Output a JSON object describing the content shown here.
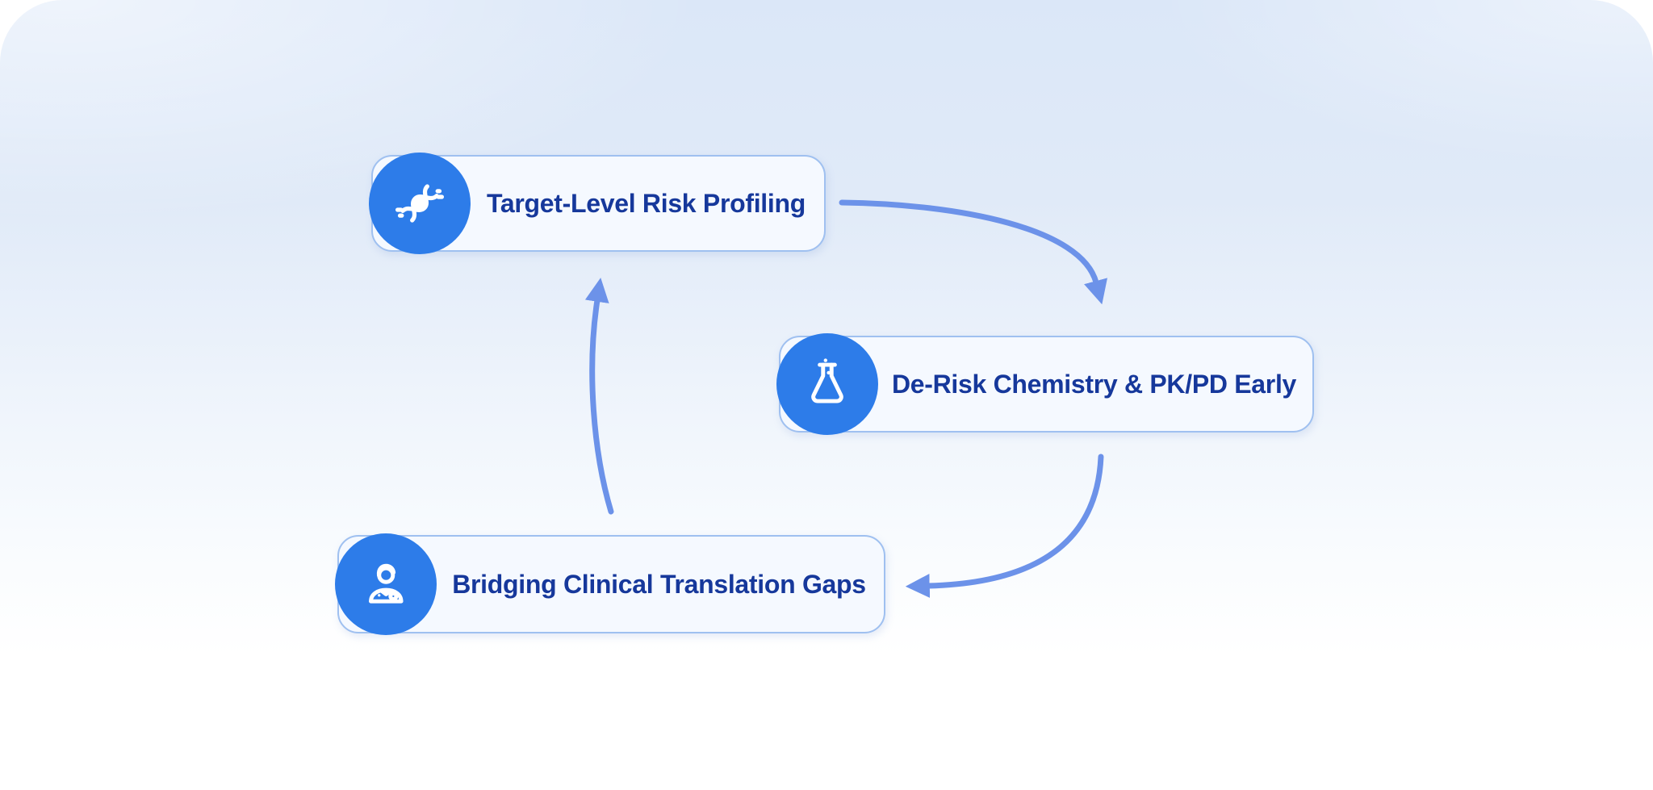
{
  "diagram": {
    "nodes": [
      {
        "id": "target-level-risk-profiling",
        "label": "Target-Level Risk Profiling",
        "icon": "dna-icon"
      },
      {
        "id": "de-risk-chemistry-pkpd",
        "label": "De-Risk Chemistry & PK/PD Early",
        "icon": "flask-icon"
      },
      {
        "id": "bridging-clinical-translation-gaps",
        "label": "Bridging Clinical Translation Gaps",
        "icon": "doctor-icon"
      }
    ],
    "edges": [
      {
        "from": "target-level-risk-profiling",
        "to": "de-risk-chemistry-pkpd",
        "shape": "curve-right-down"
      },
      {
        "from": "de-risk-chemistry-pkpd",
        "to": "bridging-clinical-translation-gaps",
        "shape": "curve-down-left"
      },
      {
        "from": "bridging-clinical-translation-gaps",
        "to": "target-level-risk-profiling",
        "shape": "curve-up"
      }
    ]
  },
  "palette": {
    "bg_top": "#dbe7f8",
    "bg_bottom": "#ffffff",
    "node_fill": "#f5f9ff",
    "node_border": "#9fc0f0",
    "icon_circle": "#2d7ce9",
    "icon_stroke": "#ffffff",
    "label_text": "#16389b",
    "arrow": "#6c92e9"
  }
}
